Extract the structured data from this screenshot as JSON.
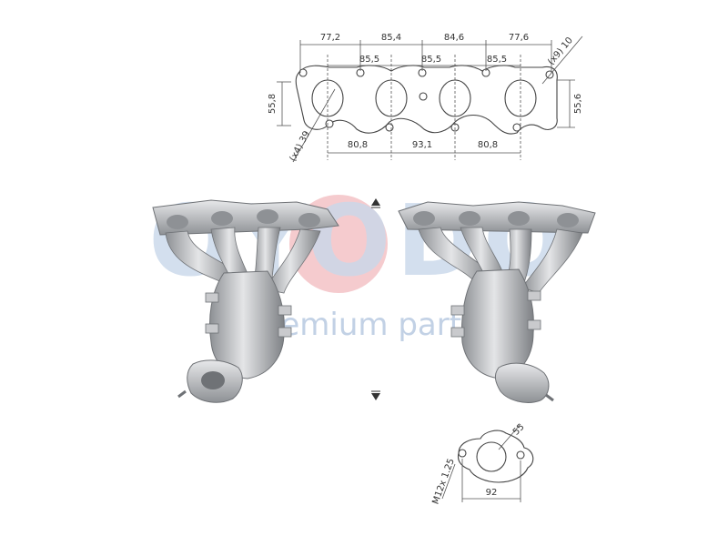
{
  "watermark": {
    "brand": "OYODO",
    "tagline": "Premium parts",
    "brand_color": "#c9d8ea",
    "accent_color": "#f2b9bd"
  },
  "flange_top": {
    "top_dims": [
      "77,2",
      "85,4",
      "84,6",
      "77,6"
    ],
    "inner_dims": [
      "85,5",
      "85,5",
      "85,5"
    ],
    "bottom_dims": [
      "80,8",
      "93,1",
      "80,8"
    ],
    "left_height": "55,8",
    "right_height": "55,6",
    "hole_note_left": "(x4) 39",
    "hole_note_right": "(x9) 10"
  },
  "flange_bottom": {
    "diameter": "55",
    "width": "92",
    "thread": "M12x 1.25"
  },
  "colors": {
    "metal_light": "#d9dadc",
    "metal_mid": "#a9abae",
    "metal_dark": "#6f7276",
    "line": "#555555"
  }
}
